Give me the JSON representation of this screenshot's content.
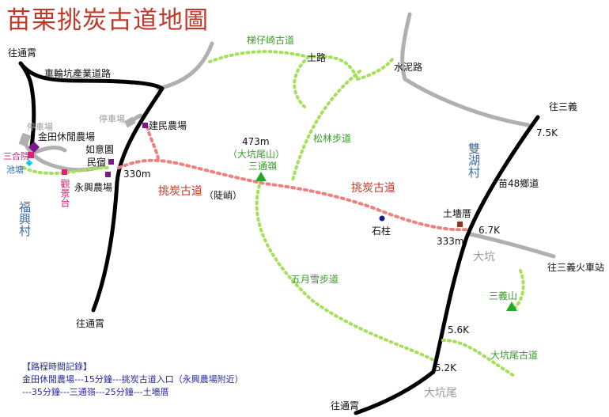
{
  "title": "苗栗挑炭古道地圖",
  "labels": {
    "to_tongxiao_nw": "往通霄",
    "chelungkeng_road": "車輪坑產業道路",
    "parking_1": "停車場",
    "parking_2": "停車場",
    "jiantian_farm": "金田休閒農場",
    "sanheyuan": "三合院",
    "pond": "池塘",
    "guanjingtai": "觀景台",
    "fuxing_village": "福興村",
    "ruyiyuan": "如意園",
    "minsu": "民宿",
    "jianmin_farm": "建民農場",
    "yongxing_farm": "永興農場",
    "elev_330": "330m",
    "tiaotan_steep": "挑炭古道",
    "steep_note": "（陡峭）",
    "elev_473": "473m",
    "dakeng_mtn": "（大坑尾山）",
    "santongling": "三通嶺",
    "tizaiqi_trail": "梯仔崎古道",
    "dirt_road": "土路",
    "cement_road": "水泥路",
    "songlin_trail": "松林步道",
    "tiaotan_main": "挑炭古道",
    "shizhu": "石柱",
    "tuwucuo": "土墻厝",
    "elev_333": "333m",
    "shuanghu_village": "雙湖村",
    "miao48": "苗48鄉道",
    "to_sanyi": "往三義",
    "km_75": "7.5K",
    "km_67": "6.7K",
    "dakeng": "大坑",
    "to_sanyi_station": "往三義火車站",
    "sanyi_mtn": "三義山",
    "km_56": "5.6K",
    "km_52": "5.2K",
    "dakengwei_trail": "大坑尾古道",
    "dakengwei": "大坑尾",
    "wuyuexue_trail": "五月雪步道",
    "to_tongxiao_sw": "往通霄",
    "to_tongxiao_s": "往通霄"
  },
  "legend": {
    "header": "【路程時間記錄】",
    "line1": "金田休閒農場---15分鐘---挑炭古道入口（永興農場附近）",
    "line2": "---35分鐘---三通嶺---25分鐘---土墻厝"
  },
  "colors": {
    "main_road": "#000000",
    "minor_road": "#b0b0b0",
    "green_trail": "#a6e05a",
    "red_trail": "#f08080",
    "title_red": "#c0392b",
    "peak_green": "#22aa22",
    "poi_purple": "#7a1a8a",
    "poi_pink": "#e0207a",
    "poi_brown": "#8a3a1a",
    "poi_navy": "#1a1a8a",
    "pond_cyan": "#00d0f0"
  }
}
